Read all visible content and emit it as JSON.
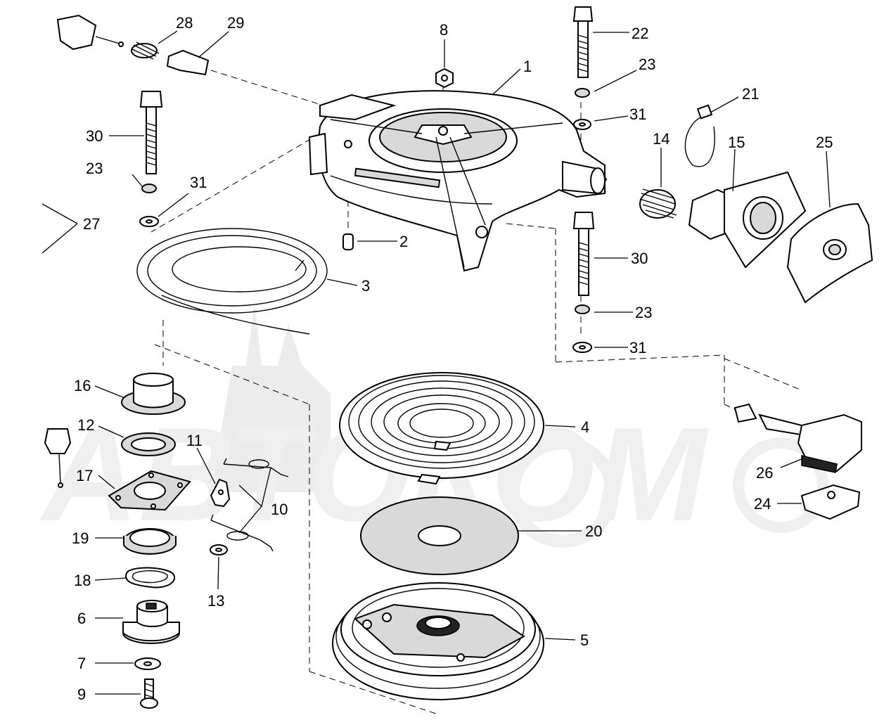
{
  "watermark": {
    "text": "АВТОКОМ"
  },
  "callouts": [
    {
      "id": "1",
      "label": "1"
    },
    {
      "id": "2",
      "label": "2"
    },
    {
      "id": "3",
      "label": "3"
    },
    {
      "id": "4",
      "label": "4"
    },
    {
      "id": "5",
      "label": "5"
    },
    {
      "id": "6",
      "label": "6"
    },
    {
      "id": "7",
      "label": "7"
    },
    {
      "id": "8",
      "label": "8"
    },
    {
      "id": "9",
      "label": "9"
    },
    {
      "id": "10",
      "label": "10"
    },
    {
      "id": "11",
      "label": "11"
    },
    {
      "id": "12",
      "label": "12"
    },
    {
      "id": "13",
      "label": "13"
    },
    {
      "id": "14",
      "label": "14"
    },
    {
      "id": "15",
      "label": "15"
    },
    {
      "id": "16",
      "label": "16"
    },
    {
      "id": "17",
      "label": "17"
    },
    {
      "id": "18",
      "label": "18"
    },
    {
      "id": "19",
      "label": "19"
    },
    {
      "id": "20",
      "label": "20"
    },
    {
      "id": "21",
      "label": "21"
    },
    {
      "id": "22",
      "label": "22"
    },
    {
      "id": "23a",
      "label": "23"
    },
    {
      "id": "23b",
      "label": "23"
    },
    {
      "id": "23c",
      "label": "23"
    },
    {
      "id": "24",
      "label": "24"
    },
    {
      "id": "25",
      "label": "25"
    },
    {
      "id": "26",
      "label": "26"
    },
    {
      "id": "27",
      "label": "27"
    },
    {
      "id": "28",
      "label": "28"
    },
    {
      "id": "29",
      "label": "29"
    },
    {
      "id": "30a",
      "label": "30"
    },
    {
      "id": "30b",
      "label": "30"
    },
    {
      "id": "31a",
      "label": "31"
    },
    {
      "id": "31b",
      "label": "31"
    },
    {
      "id": "31c",
      "label": "31"
    }
  ]
}
